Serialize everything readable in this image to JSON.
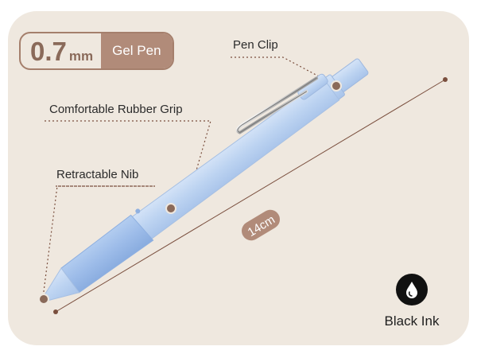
{
  "spec": {
    "size_number": "0.7",
    "size_unit": "mm",
    "pen_type": "Gel Pen"
  },
  "callouts": {
    "clip": "Pen Clip",
    "grip": "Comfortable Rubber Grip",
    "nib": "Retractable Nib"
  },
  "length_label": "14cm",
  "ink": {
    "label": "Black Ink",
    "icon": "ink-drop-icon"
  },
  "colors": {
    "background": "#efe8df",
    "accent": "#b18b79",
    "pen_body": "#bcd3f1",
    "grip": "#9dbce9"
  }
}
